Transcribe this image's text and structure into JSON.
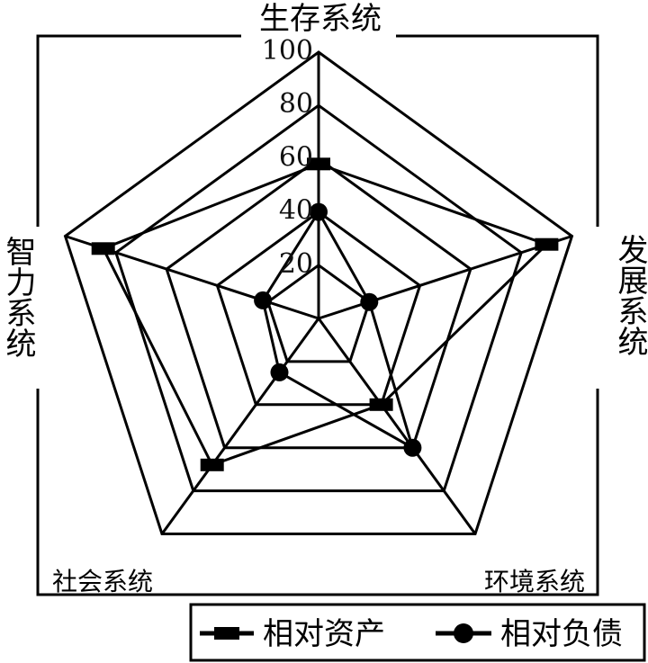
{
  "chart_data": {
    "type": "radar",
    "axes": [
      {
        "label": "生存系统"
      },
      {
        "label": "发展系统"
      },
      {
        "label": "环境系统"
      },
      {
        "label": "社会系统"
      },
      {
        "label": "智力系统"
      }
    ],
    "range": [
      0,
      100
    ],
    "ticks": [
      "20",
      "40",
      "60",
      "80",
      "100"
    ],
    "grid": true,
    "series": [
      {
        "name": "相对资产",
        "marker": "square",
        "values": [
          58,
          90,
          40,
          68,
          85
        ]
      },
      {
        "name": "相对负债",
        "marker": "circle",
        "values": [
          40,
          20,
          60,
          25,
          22
        ]
      }
    ],
    "legend_position": "bottom-right",
    "colors": {
      "line": "#000000",
      "background": "#ffffff"
    }
  }
}
